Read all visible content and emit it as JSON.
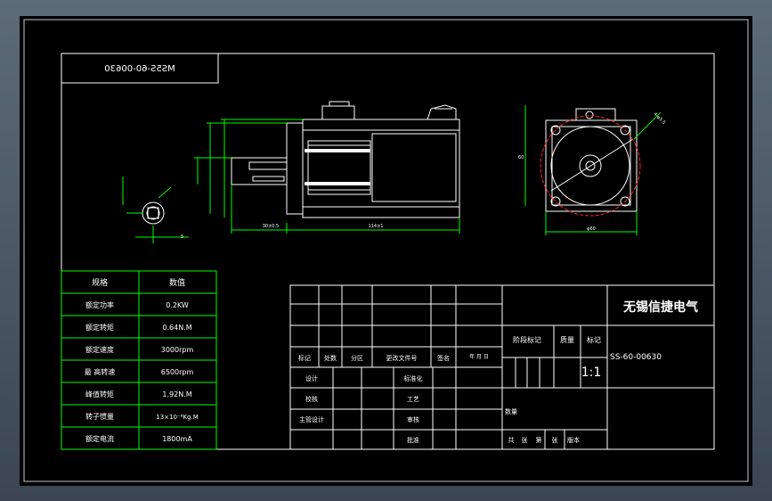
{
  "title_block": {
    "company": "无锡信捷电气",
    "drawing_number": "SS-60-00630",
    "mirrored_number": "MS5S-60-00630",
    "scale": "1:1",
    "headers": {
      "revision_mark": "标记",
      "count": "处数",
      "zone": "分区",
      "change_doc": "更改文件号",
      "signature": "签名",
      "date": "年 月 日",
      "stage_mark": "阶段标记",
      "weight": "质量",
      "scale_label": "标记"
    },
    "roles": {
      "design": "设计",
      "check": "校核",
      "chief_design": "主管设计",
      "standardize": "标准化",
      "process": "工艺",
      "review": "审核",
      "approve": "批准"
    },
    "sheet": {
      "total": "共",
      "sheets": "张",
      "page": "第",
      "page_sheets": "张",
      "version": "版本"
    },
    "material_label": "数量"
  },
  "spec_table": {
    "header": [
      "规格",
      "数值"
    ],
    "rows": [
      {
        "name": "额定功率",
        "value": "0.2KW"
      },
      {
        "name": "额定转矩",
        "value": "0.64N.M"
      },
      {
        "name": "额定速度",
        "value": "3000rpm"
      },
      {
        "name": "最 高转速",
        "value": "6500rpm"
      },
      {
        "name": "峰值转矩",
        "value": "1.92N.M"
      },
      {
        "name": "转子惯量",
        "value": "13×10⁻⁶Kg.M"
      },
      {
        "name": "额定电流",
        "value": "1800mA"
      }
    ]
  },
  "dimensions": {
    "side_length": "114±1",
    "shaft_length": "30±0.5",
    "front_width": "φ60",
    "front_height": "60",
    "shaft_key": "5",
    "bolt_circle": "4-φ5.5"
  },
  "colors": {
    "line": "#ffffff",
    "spec_grid": "#00ff00",
    "dim_line": "#00ff00",
    "circle": "#ff2020",
    "outer_frame": "#b0b8c0"
  }
}
